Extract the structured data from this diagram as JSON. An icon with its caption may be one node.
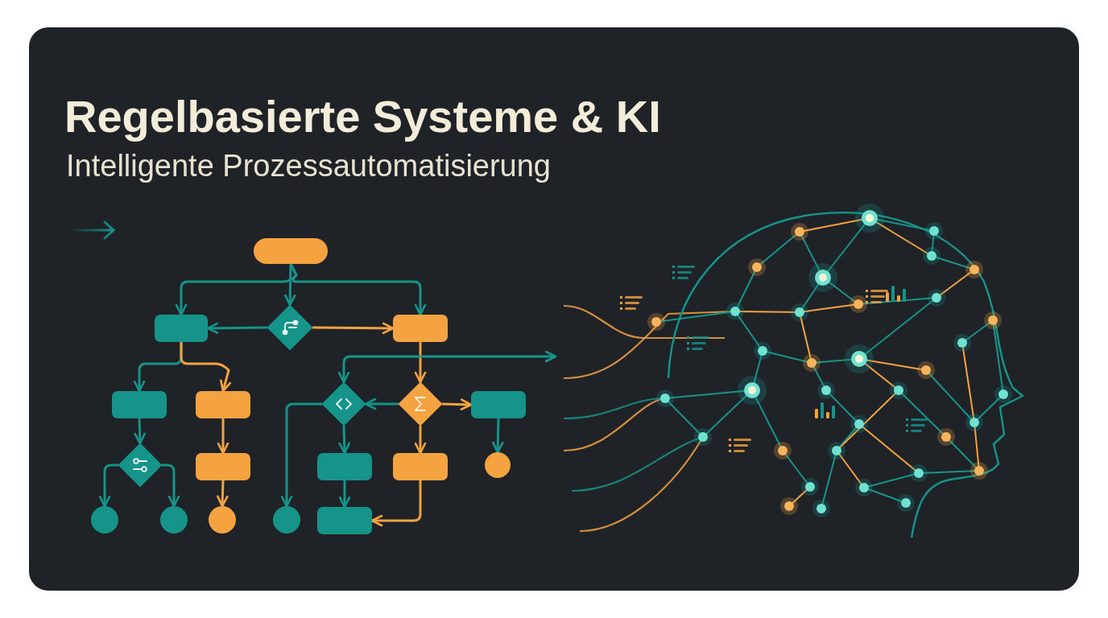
{
  "diagram": {
    "title": "Regelbasierte Systeme & KI",
    "nodes": [
      {
        "text": [],
        "shape": "box"
      },
      {
        "text": [],
        "shape": "box"
      },
      {
        "text": [],
        "shape": "diamond"
      },
      {
        "text": [],
        "shape": "box"
      },
      {
        "text": [],
        "shape": "box"
      },
      {
        "text": [],
        "shape": "box"
      },
      {
        "text": [],
        "shape": "diamond"
      },
      {
        "text": [],
        "shape": "diamond"
      },
      {
        "text": [],
        "shape": "box"
      },
      {
        "text": [],
        "shape": "diamond"
      },
      {
        "text": [],
        "shape": "box"
      },
      {
        "text": [],
        "shape": "box"
      },
      {
        "text": [],
        "shape": "box"
      },
      {
        "text": [],
        "shape": "circle"
      },
      {
        "text": [],
        "shape": "circle"
      },
      {
        "text": [],
        "shape": "circle"
      },
      {
        "text": [],
        "shape": "circle"
      },
      {
        "text": [],
        "shape": "circle"
      },
      {
        "text": [],
        "shape": "box"
      },
      {
        "text": [],
        "shape": "picture"
      }
    ],
    "edges": [
      {
        "from": 0,
        "to": 1,
        "arrow": "to"
      },
      {
        "from": 0,
        "to": 2,
        "arrow": "to"
      },
      {
        "from": 0,
        "to": 3,
        "arrow": "to"
      },
      {
        "from": 2,
        "to": 1,
        "arrow": "to"
      },
      {
        "from": 2,
        "to": 3,
        "arrow": "to",
        "color": "#f5a340"
      },
      {
        "from": 1,
        "to": 4,
        "arrow": "to"
      },
      {
        "from": 1,
        "to": 5,
        "arrow": "to",
        "color": "#f5a340"
      },
      {
        "from": 3,
        "to": 7,
        "arrow": "to",
        "color": "#f5a340"
      },
      {
        "from": 6,
        "to": 19,
        "arrow": "both"
      },
      {
        "from": 7,
        "to": 6,
        "arrow": "to"
      },
      {
        "from": 7,
        "to": 8,
        "arrow": "to",
        "color": "#f5a340"
      },
      {
        "from": 4,
        "to": 9,
        "arrow": "to"
      },
      {
        "from": 5,
        "to": 10,
        "arrow": "to",
        "color": "#f5a340"
      },
      {
        "from": 6,
        "to": 11,
        "arrow": "to"
      },
      {
        "from": 6,
        "to": 17,
        "arrow": "to"
      },
      {
        "from": 7,
        "to": 12,
        "arrow": "to",
        "color": "#f5a340"
      },
      {
        "from": 8,
        "to": 13,
        "arrow": "to"
      },
      {
        "from": 9,
        "to": 14,
        "arrow": "to"
      },
      {
        "from": 9,
        "to": 15,
        "arrow": "to"
      },
      {
        "from": 10,
        "to": 16,
        "arrow": "to",
        "color": "#f5a340"
      },
      {
        "from": 11,
        "to": 18,
        "arrow": "to"
      },
      {
        "from": 12,
        "to": 18,
        "arrow": "to",
        "color": "#f5a340"
      }
    ],
    "labels": [
      "Intelligente Prozessautomatisierung"
    ]
  }
}
